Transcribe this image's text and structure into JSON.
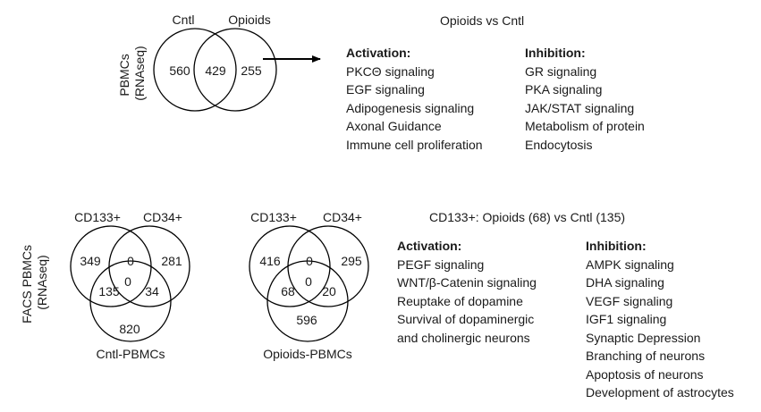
{
  "top": {
    "row_label": [
      "PBMCs",
      "(RNAseq)"
    ],
    "venn": {
      "set_a": "Cntl",
      "set_b": "Opioids",
      "only_a": "560",
      "both": "429",
      "only_b": "255"
    },
    "title": "Opioids vs Cntl",
    "activation": {
      "header": "Activation:",
      "items": [
        "PKCΘ signaling",
        "EGF signaling",
        "Adipogenesis signaling",
        "Axonal Guidance",
        "Immune cell proliferation"
      ]
    },
    "inhibition": {
      "header": "Inhibition:",
      "items": [
        "GR signaling",
        "PKA signaling",
        "JAK/STAT signaling",
        "Metabolism of protein",
        "Endocytosis"
      ]
    }
  },
  "bottom": {
    "row_label": [
      "FACS PBMCs",
      "(RNAseq)"
    ],
    "venn_cntl": {
      "set_a": "CD133+",
      "set_b": "CD34+",
      "set_c": "Cntl-PBMCs",
      "only_a": "349",
      "ab": "0",
      "only_b": "281",
      "ac": "135",
      "abc": "0",
      "bc": "34",
      "only_c": "820"
    },
    "venn_opioids": {
      "set_a": "CD133+",
      "set_b": "CD34+",
      "set_c": "Opioids-PBMCs",
      "only_a": "416",
      "ab": "0",
      "only_b": "295",
      "ac": "68",
      "abc": "0",
      "bc": "20",
      "only_c": "596"
    },
    "title": "CD133+: Opioids (68) vs Cntl (135)",
    "activation": {
      "header": "Activation:",
      "items": [
        "PEGF signaling",
        "WNT/β-Catenin signaling",
        "Reuptake of dopamine",
        "Survival of dopaminergic",
        "and cholinergic neurons"
      ]
    },
    "inhibition": {
      "header": "Inhibition:",
      "items": [
        "AMPK signaling",
        "DHA signaling",
        "VEGF signaling",
        "IGF1 signaling",
        "Synaptic Depression",
        "Branching of neurons",
        "Apoptosis of neurons",
        "Development of astrocytes"
      ]
    }
  }
}
